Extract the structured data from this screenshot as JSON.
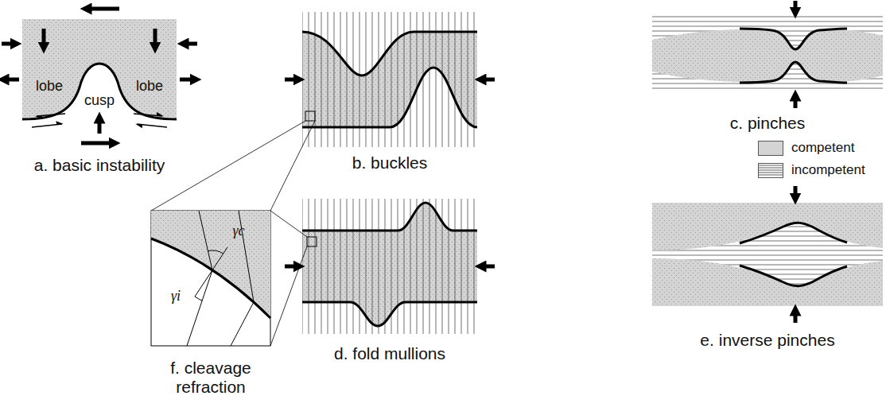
{
  "diagram": {
    "labels": [
      "lobe",
      "cusp",
      "lobe",
      "a. basic instability",
      "b. buckles",
      "c. pinches",
      "d. fold mullions",
      "e. inverse pinches",
      "f. cleavage refraction",
      "γc",
      "γi"
    ],
    "legend": [
      {
        "text": "competent",
        "color": "#d4d4d4"
      },
      {
        "text": "incompetent"
      }
    ]
  }
}
